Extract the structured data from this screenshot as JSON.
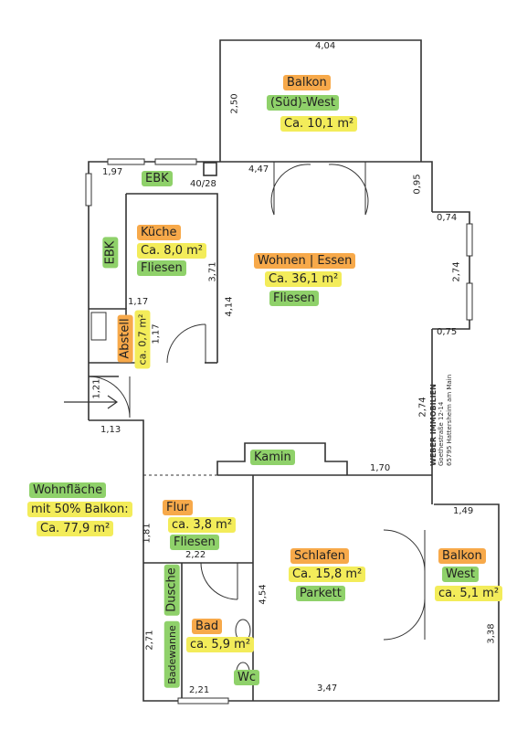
{
  "rooms": {
    "balkon_top": {
      "name": "Balkon",
      "orientation": "(Süd)-West",
      "area": "Ca. 10,1 m²"
    },
    "kueche": {
      "name": "Küche",
      "area": "Ca. 8,0 m²",
      "floor": "Fliesen"
    },
    "ebk_top": "EBK",
    "ebk_side": "EBK",
    "wohnen": {
      "name": "Wohnen | Essen",
      "area": "Ca. 36,1 m²",
      "floor": "Fliesen"
    },
    "abstell": {
      "name": "Abstell",
      "area": "ca. 0,7 m²"
    },
    "kamin": "Kamin",
    "flur": {
      "name": "Flur",
      "area": "ca. 3,8 m²",
      "floor": "Fliesen"
    },
    "schlafen": {
      "name": "Schlafen",
      "area": "Ca. 15,8 m²",
      "floor": "Parkett"
    },
    "balkon_west": {
      "name": "Balkon",
      "orientation": "West",
      "area": "ca. 5,1 m²"
    },
    "dusche": "Dusche",
    "badewanne": "Badewanne",
    "bad": {
      "name": "Bad",
      "area": "ca. 5,9 m²"
    },
    "wc": "Wc"
  },
  "summary": {
    "line1": "Wohnfläche",
    "line2": "mit 50% Balkon:",
    "line3": "Ca. 77,9 m²"
  },
  "dimensions": {
    "d404": "4,04",
    "d250": "2,50",
    "d447": "4,47",
    "d197": "1,97",
    "d4028": "40/28",
    "d095": "0,95",
    "d074": "0,74",
    "d274a": "2,74",
    "d075": "0,75",
    "d371": "3,71",
    "d414": "4,14",
    "d117a": "1,17",
    "d117b": "1,17",
    "d121": "1,21",
    "d113": "1,13",
    "d274b": "2,74",
    "d170": "1,70",
    "d149": "1,49",
    "d181": "1,81",
    "d222": "2,22",
    "d454": "4,54",
    "d271": "2,71",
    "d338": "3,38",
    "d221": "2,21",
    "d347": "3,47"
  },
  "logo": {
    "brand": "WEBER IMMOBILIEN",
    "street": "Goethestraße 12-14",
    "city": "65795 Hattersheim am Main"
  },
  "colors": {
    "orange": "#f7a94a",
    "yellow": "#f3ec5a",
    "green": "#8fd16a",
    "wall": "#333333"
  }
}
